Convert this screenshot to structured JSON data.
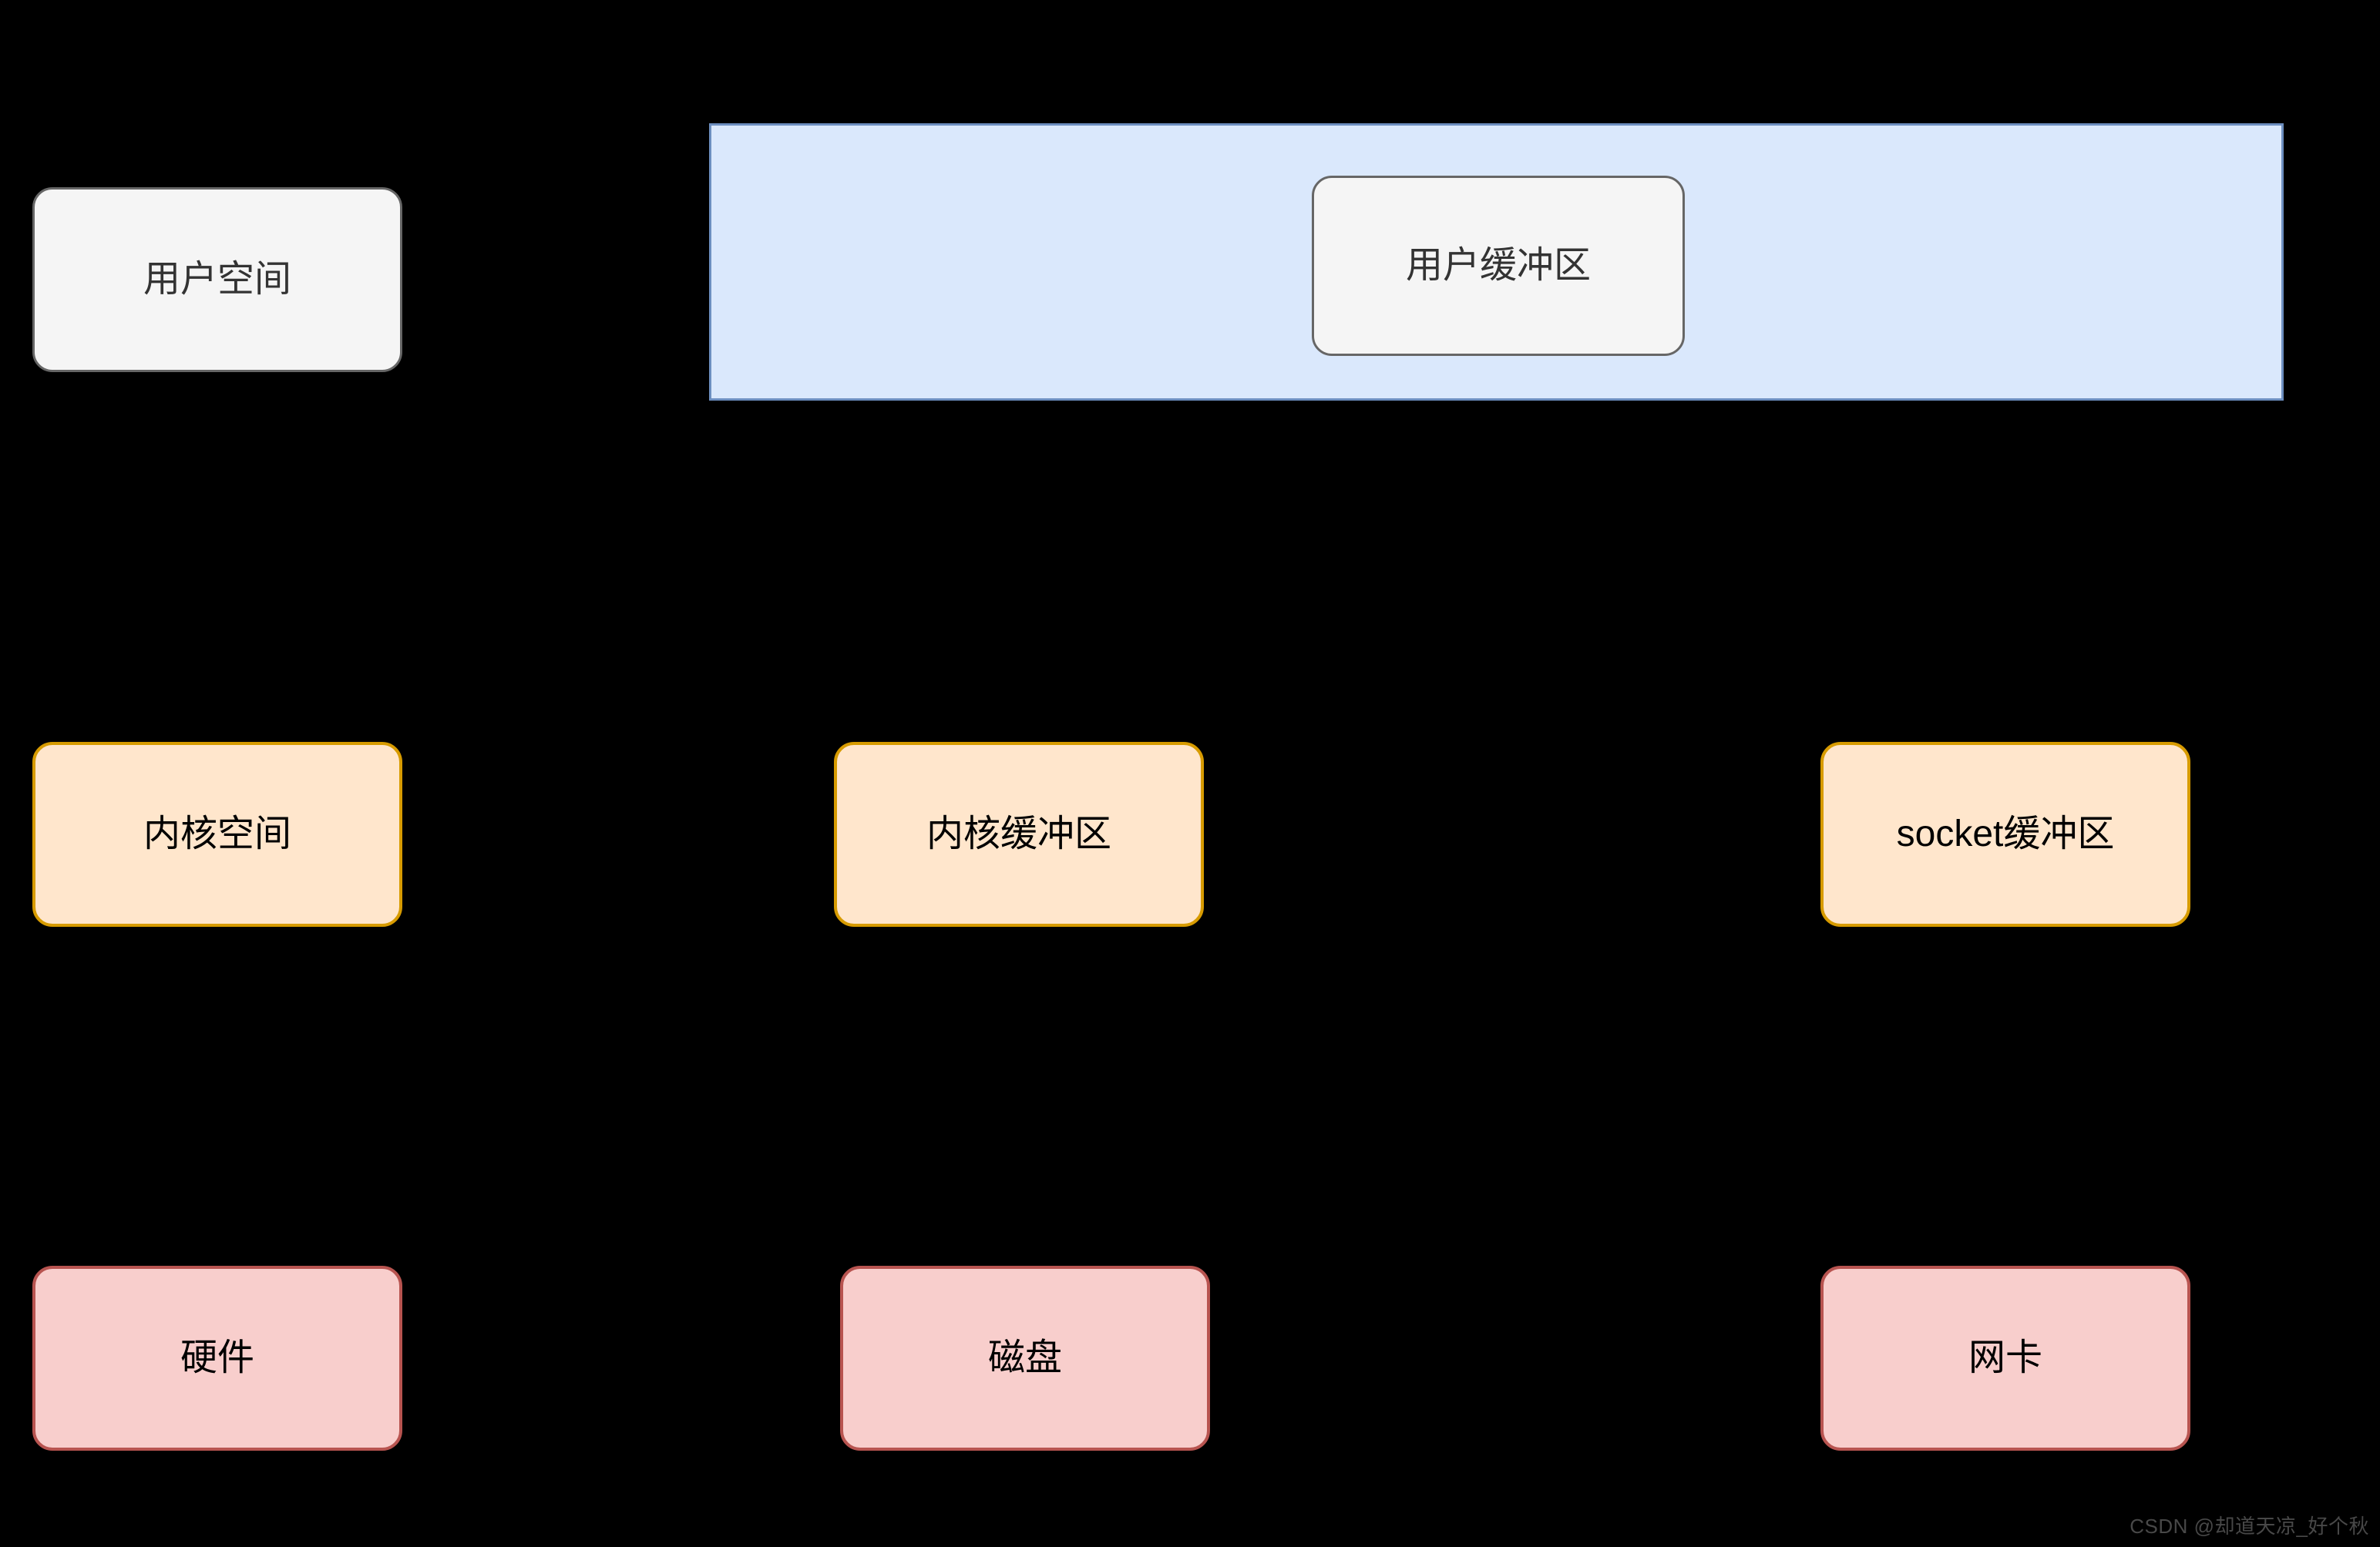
{
  "diagram": {
    "background_color": "#000000",
    "title_text": "",
    "columns": [
      {
        "name": "left-column",
        "label": ""
      },
      {
        "name": "middle-column",
        "label": ""
      },
      {
        "name": "right-column",
        "label": ""
      }
    ],
    "rows": [
      {
        "name": "user-space-row",
        "nodes": [
          {
            "key": "user_space",
            "label": "用户空间",
            "fill": "#f5f5f5",
            "stroke": "#666666",
            "shape": "rounded-rect"
          },
          {
            "key": "user_space_region",
            "label": "",
            "fill": "#dae8fc",
            "stroke": "#6c8ebf",
            "shape": "rect"
          },
          {
            "key": "user_buffer",
            "label": "用户缓冲区",
            "fill": "#f5f5f5",
            "stroke": "#666666",
            "shape": "rounded-rect"
          }
        ]
      },
      {
        "name": "kernel-space-row",
        "nodes": [
          {
            "key": "kernel_space",
            "label": "内核空间",
            "fill": "#ffe6cc",
            "stroke": "#d79b00",
            "shape": "rounded-rect"
          },
          {
            "key": "kernel_buffer",
            "label": "内核缓冲区",
            "fill": "#ffe6cc",
            "stroke": "#d79b00",
            "shape": "rounded-rect"
          },
          {
            "key": "socket_buffer",
            "label": "socket缓冲区",
            "fill": "#ffe6cc",
            "stroke": "#d79b00",
            "shape": "rounded-rect"
          }
        ]
      },
      {
        "name": "hardware-row",
        "nodes": [
          {
            "key": "hardware",
            "label": "硬件",
            "fill": "#f8cecc",
            "stroke": "#b85450",
            "shape": "rounded-rect"
          },
          {
            "key": "disk",
            "label": "磁盘",
            "fill": "#f8cecc",
            "stroke": "#b85450",
            "shape": "rounded-rect"
          },
          {
            "key": "nic",
            "label": "网卡",
            "fill": "#f8cecc",
            "stroke": "#b85450",
            "shape": "rounded-rect"
          }
        ]
      }
    ],
    "labels": {
      "user_space": "用户空间",
      "user_buffer": "用户缓冲区",
      "kernel_space": "内核空间",
      "kernel_buffer": "内核缓冲区",
      "socket_buffer": "socket缓冲区",
      "hardware": "硬件",
      "disk": "磁盘",
      "nic": "网卡"
    },
    "watermark": "CSDN @却道天凉_好个秋",
    "colors": {
      "grey_fill": "#f5f5f5",
      "grey_stroke": "#666666",
      "blue_fill": "#dae8fc",
      "blue_stroke": "#6c8ebf",
      "orange_fill": "#ffe6cc",
      "orange_stroke": "#d79b00",
      "pink_fill": "#f8cecc",
      "pink_stroke": "#b85450",
      "text": "#000000",
      "background": "#000000",
      "watermark": "#555555"
    }
  }
}
